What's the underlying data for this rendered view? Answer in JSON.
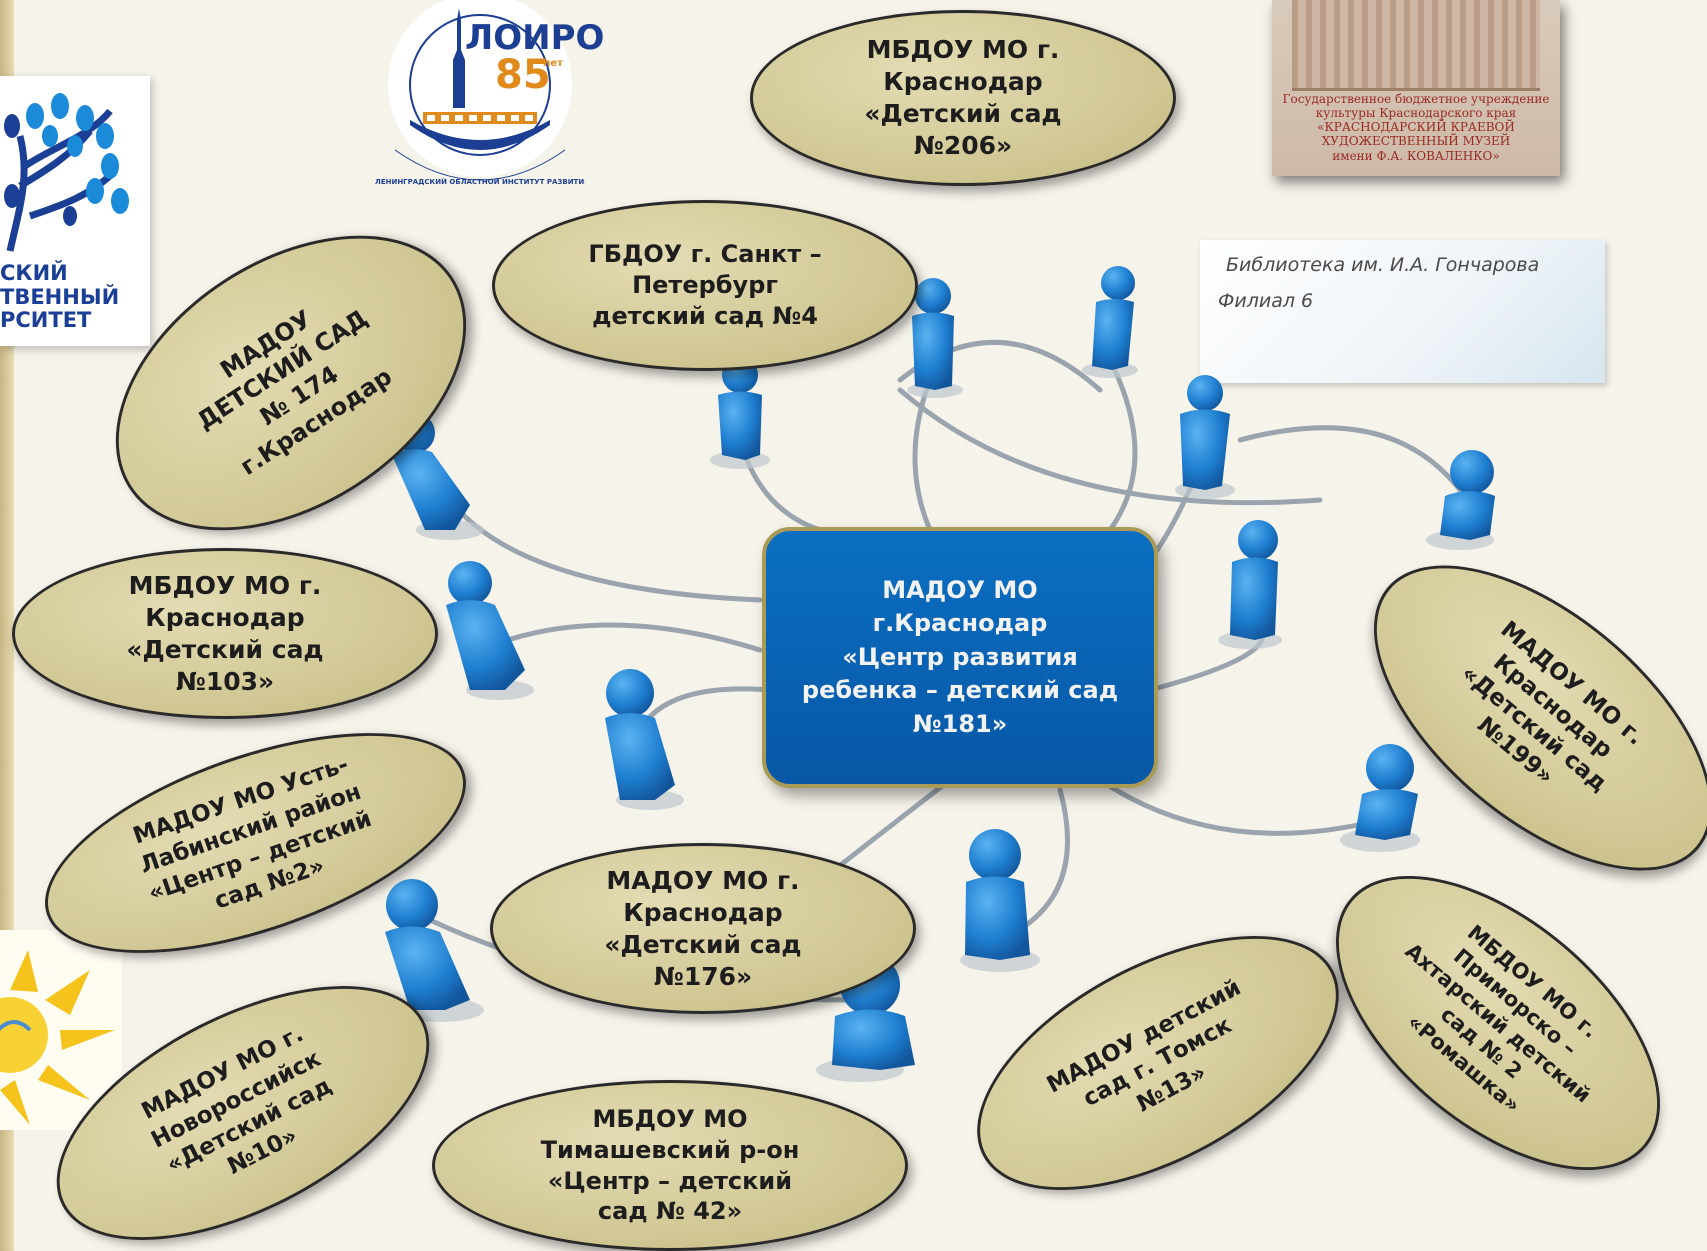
{
  "center_node": {
    "text": "МАДОУ  МО\nг.Краснодар\n«Центр развития\nребенка – детский сад\n№181»",
    "color": "#0a6fc2"
  },
  "partner_nodes": [
    {
      "id": "gbdou-spb-4",
      "text": "ГБДОУ г. Санкт –\nПетербург\nдетский сад  №4"
    },
    {
      "id": "mbdou-206",
      "text": "МБДОУ  МО г.\nКраснодар\n«Детский сад\n№206»"
    },
    {
      "id": "madou-174",
      "text": "МАДОУ\nДЕТСКИЙ САД\n№ 174\nг.Краснодар"
    },
    {
      "id": "mbdou-103",
      "text": "МБДОУ  МО г.\nКраснодар\n«Детский сад\n№103»"
    },
    {
      "id": "madou-ust-labinsk-2",
      "text": "МАДОУ МО Усть-\nЛабинский район\n«Центр – детский\nсад №2»"
    },
    {
      "id": "madou-176",
      "text": "МАДОУ  МО г.\nКраснодар\n«Детский сад\n№176»"
    },
    {
      "id": "madou-novorossiysk-10",
      "text": "МАДОУ  МО г.\nНовороссийск\n«Детский сад\n№10»"
    },
    {
      "id": "mbdou-timashevsk-42",
      "text": "МБДОУ МО\nТимашевский р-он\n«Центр – детский\nсад № 42»"
    },
    {
      "id": "madou-tomsk-13",
      "text": "МАДОУ  детский\nсад г. Томск\n№13»"
    },
    {
      "id": "madou-199",
      "text": "МАДОУ МО г.\nКраснодар\n«Детский сад\n№199»"
    },
    {
      "id": "mbdou-primorsko-akhtarsk-2",
      "text": "МБДОУ МО г.\nПриморско –\nАхтарский детский\nсад № 2\n«Ромашка»"
    }
  ],
  "logos": {
    "loiro": {
      "name": "ЛОИРО",
      "number": "85",
      "years": "лет",
      "ring_text": "ЛЕНИНГРАДСКИЙ ОБЛАСТНОЙ ИНСТИТУТ РАЗВИТИЯ ОБРАЗОВАНИЯ",
      "color": "#1d3f93",
      "accent": "#e08a1c"
    },
    "university": {
      "line1": "СКИЙ",
      "line2": "ТВЕННЫЙ",
      "line3": "РСИТЕТ",
      "color": "#1b3f94"
    },
    "museum": {
      "text": "Государственное бюджетное учреждение\nкультуры Краснодарского края\n«КРАСНОДАРСКИЙ КРАЕВОЙ\nХУДОЖЕСТВЕННЫЙ МУЗЕЙ\nимени  Ф.А. КОВАЛЕНКО»"
    },
    "library": {
      "line1": "Библиотека им. И.А. Гончарова",
      "line2": "Филиал     6"
    }
  },
  "colors": {
    "node_fill": "#d2c992",
    "node_border": "#2a2a2a",
    "person_color": "#1f7fd1",
    "line_color": "#9aa4ae"
  }
}
